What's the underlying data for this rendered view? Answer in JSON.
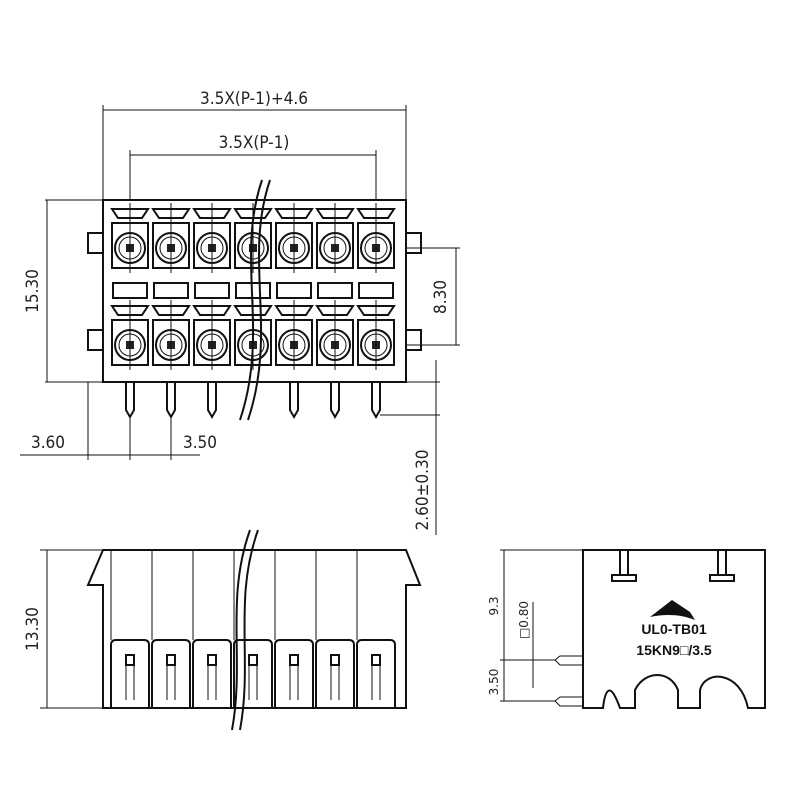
{
  "drawing": {
    "pin_count_shown": 7,
    "top_view": {
      "overall_width": "3.5X(P-1)+4.6",
      "pitch_span": "3.5X(P-1)",
      "height": "15.30",
      "row_spacing": "8.30",
      "edge_offset": "3.60",
      "pitch": "3.50",
      "pin_length": "2.60±0.30"
    },
    "front_view": {
      "height": "13.30"
    },
    "side_view": {
      "height": "9.3",
      "pin_size": "□0.80",
      "pin_spacing": "3.50",
      "marking_line1": "UL0-TB01",
      "marking_line2": "15KN9□/3.5"
    },
    "colors": {
      "line": "#111111",
      "background": "#ffffff"
    }
  }
}
